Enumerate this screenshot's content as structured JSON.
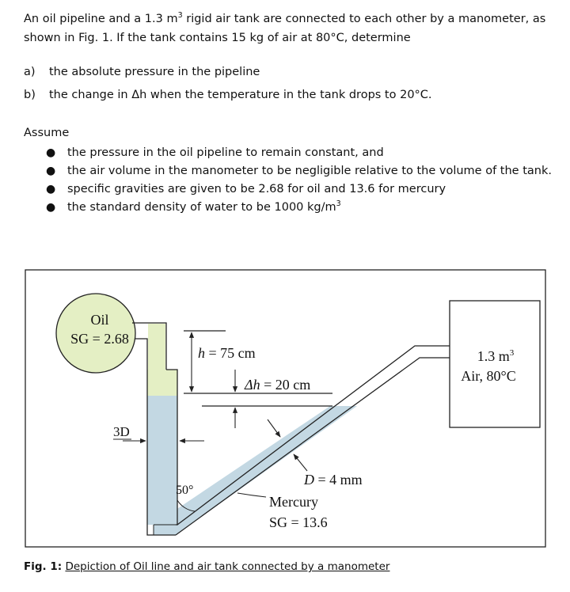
{
  "problem": {
    "intro_line1_a": "An oil pipeline and a 1.3 m",
    "intro_line1_sup": "3",
    "intro_line1_b": " rigid air tank are connected to each other by a manometer, as",
    "intro_line2": "shown in Fig. 1. If the tank contains 15 kg of air at 80°C, determine",
    "parts": [
      {
        "label": "a)",
        "text": "the absolute pressure in the pipeline"
      },
      {
        "label": "b)",
        "text": "the change in Δh when the temperature in the tank drops to 20°C."
      }
    ],
    "assume_heading": "Assume",
    "assumptions": [
      "the pressure in the oil pipeline to remain constant, and",
      "the air volume in the manometer to be negligible relative to the volume of the tank.",
      "specific gravities are given to be 2.68 for oil and 13.6 for mercury"
    ],
    "assumption_last": "the standard density of water to be 1000 kg/m",
    "assumption_last_sup": "3",
    "bullet": "●"
  },
  "figure": {
    "oil_label": "Oil",
    "oil_sg": "SG = 2.68",
    "h_label": "h",
    "h_value": " = 75 cm",
    "dh_label": "Δh",
    "dh_value": " = 20 cm",
    "tank_volume": "1.3 m",
    "tank_volume_sup": "3",
    "tank_air": "Air, 80°C",
    "label_3d": "3D",
    "diameter_label": "D",
    "diameter_value": " = 4 mm",
    "mercury_label": "Mercury",
    "mercury_sg": "SG = 13.6",
    "angle_label": "50°",
    "colors": {
      "oil_fill": "#e4efc4",
      "mercury_fill": "#c3d8e3",
      "stroke": "#222222"
    }
  },
  "caption": {
    "label": "Fig. 1:",
    "text": "Depiction of Oil line and air tank connected by a manometer"
  }
}
